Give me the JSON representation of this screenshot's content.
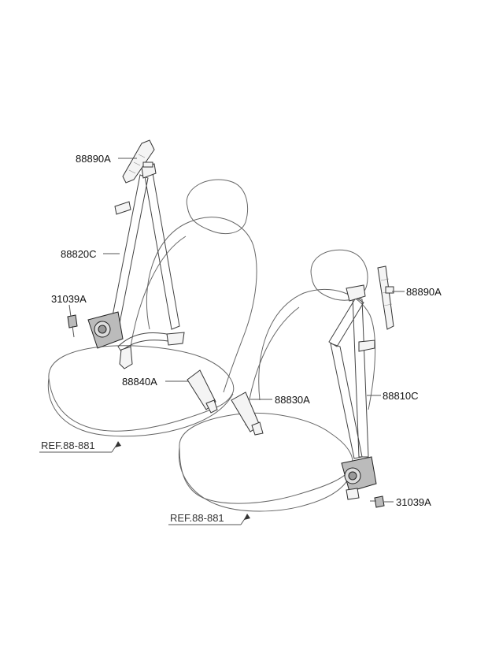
{
  "labels": {
    "left_height_adjuster": "88890A",
    "left_belt": "88820C",
    "left_bolt": "31039A",
    "left_buckle": "88840A",
    "left_ref": "REF.88-881",
    "right_height_adjuster": "88890A",
    "right_buckle": "88830A",
    "right_belt": "88810C",
    "right_bolt": "31039A",
    "right_ref": "REF.88-881"
  },
  "colors": {
    "line": "#555555",
    "text": "#111111",
    "background": "#ffffff"
  }
}
